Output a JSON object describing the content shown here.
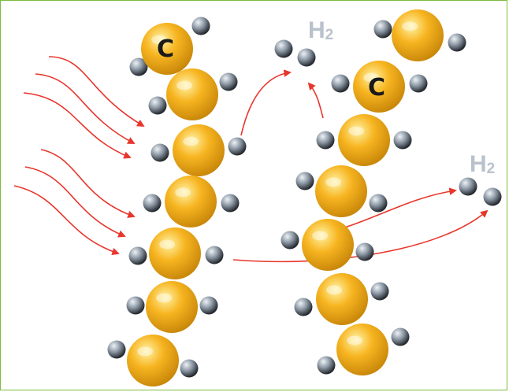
{
  "labels": {
    "carbon": "C",
    "hydrogen_base": "H",
    "hydrogen_sub": "2"
  },
  "colors": {
    "carbon_light": "#fff3a6",
    "carbon_mid": "#f7b521",
    "carbon_dark": "#c9870a",
    "hydrogen_light": "#eef2f6",
    "hydrogen_mid": "#8a96a3",
    "hydrogen_dark": "#23272d",
    "arrow": "#e8362c",
    "h2_text": "#b9c2cc",
    "frame": "#7dbb3c"
  }
}
